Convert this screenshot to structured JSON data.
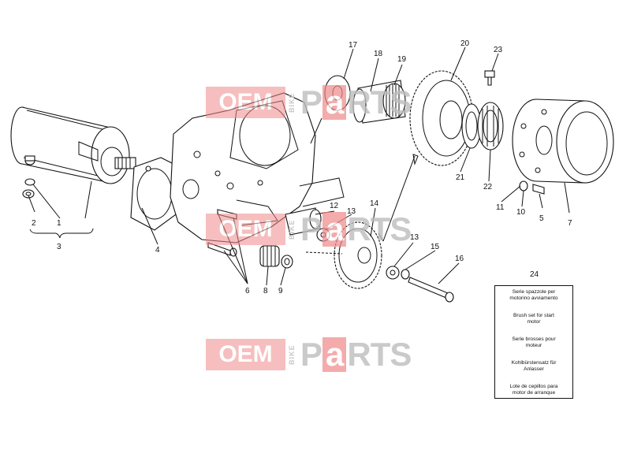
{
  "watermark": {
    "oem": "OEM",
    "bike": "BIKE",
    "p": "P",
    "a": "a",
    "rts": "RTS"
  },
  "callouts": {
    "c1": "1",
    "c2": "2",
    "c3": "3",
    "c4": "4",
    "c5": "5",
    "c6": "6",
    "c7": "7",
    "c8": "8",
    "c9": "9",
    "c10": "10",
    "c11": "11",
    "c12": "12",
    "c13a": "13",
    "c13b": "13",
    "c14": "14",
    "c15": "15",
    "c16": "16",
    "c17": "17",
    "c18": "18",
    "c19": "19",
    "c20": "20",
    "c21": "21",
    "c22": "22",
    "c23": "23"
  },
  "legend": {
    "number": "24",
    "it_1": "Serie spazzole per",
    "it_2": "motorino avviamento",
    "en_1": "Brush set for start",
    "en_2": "motor",
    "fr_1": "Serie brosses pour",
    "fr_2": "moteur",
    "de_1": "Kohlbürstensatz für",
    "de_2": "Anlasser",
    "es_1": "Lote de cepillos para",
    "es_2": "motor de arranque"
  }
}
